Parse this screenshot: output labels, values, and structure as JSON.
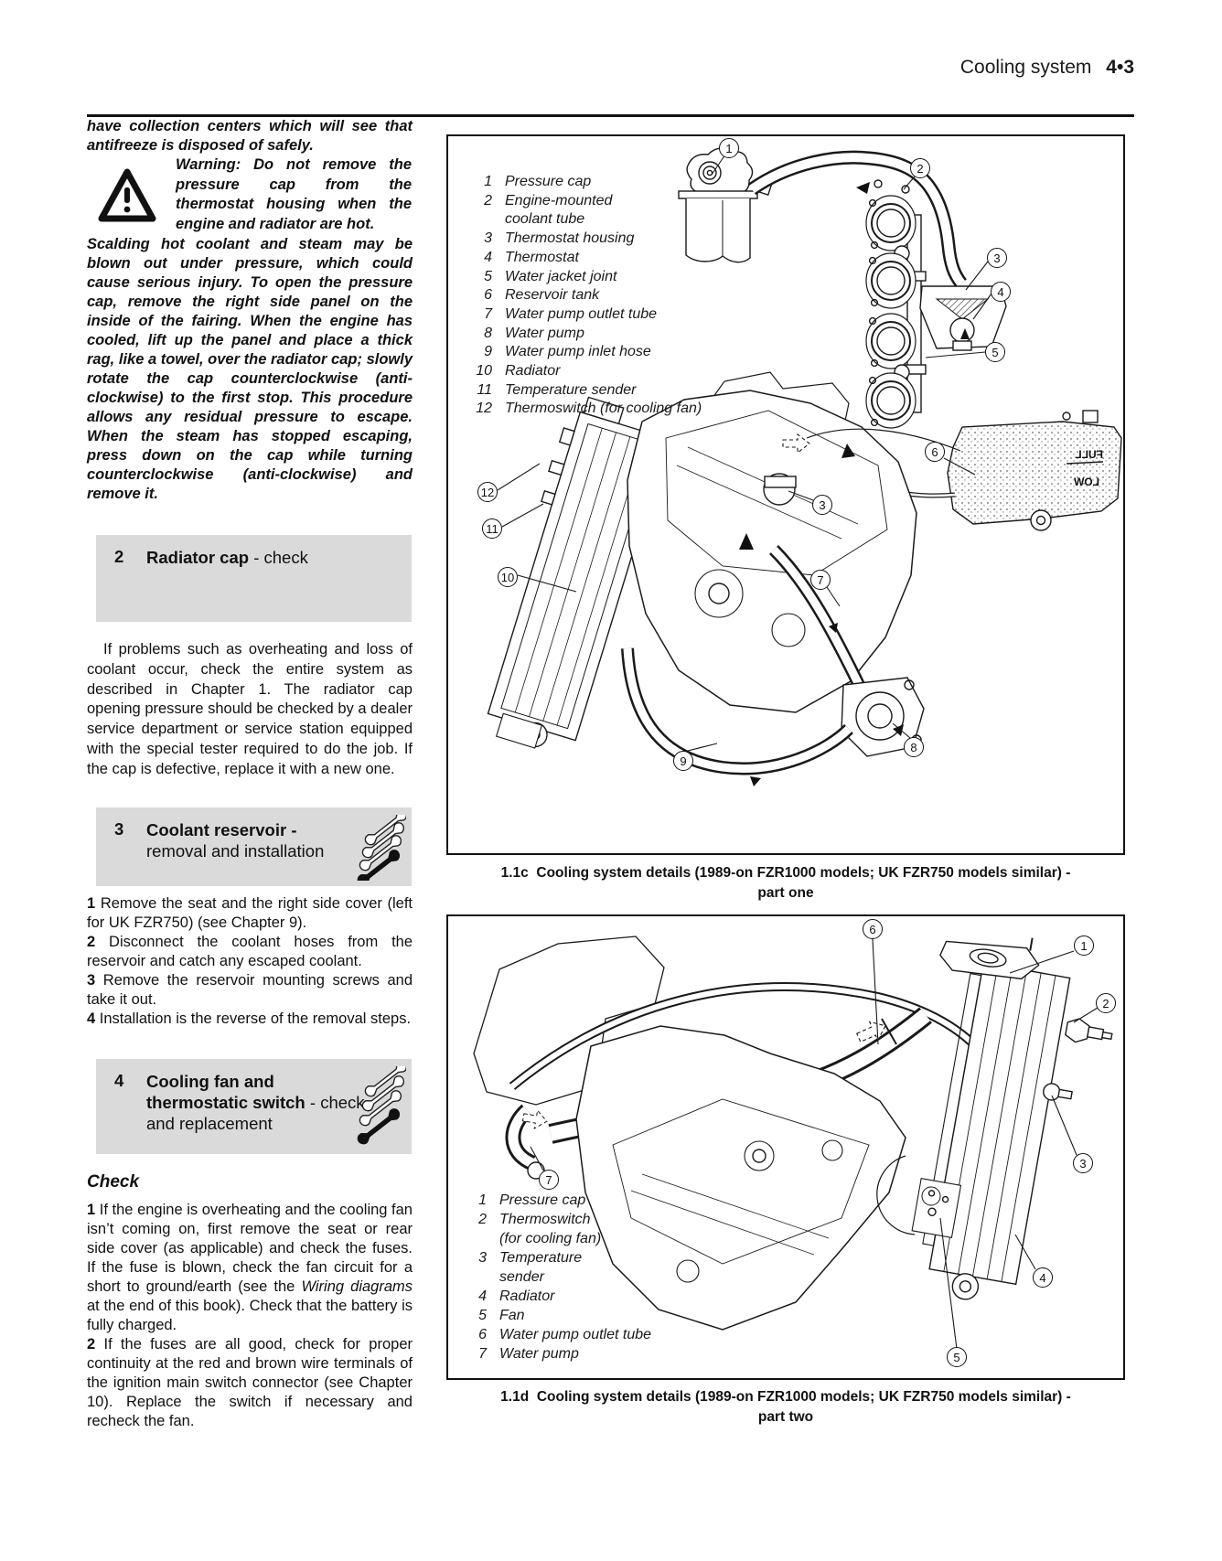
{
  "header": {
    "title": "Cooling system",
    "page_number": "4•3"
  },
  "colors": {
    "section_box": "#dadada",
    "ink": "#111111"
  },
  "left": {
    "intro": "have collection centers which will see that antifreeze is disposed of safely.",
    "warning_lead": "Warning: Do not remove the pressure cap from the thermostat housing when the engine and radiator are hot.",
    "warning_body": "Scalding hot coolant and steam may be blown out under pressure, which could cause serious injury. To open the pressure cap, remove the right side panel on the inside of the fairing. When the engine has cooled, lift up the panel and place a thick rag, like a towel, over the radiator cap; slowly rotate the cap counterclockwise (anti-clockwise) to the first stop. This procedure allows any residual pressure to escape. When the steam has stopped escaping, press down on the cap while turning counterclockwise (anti-clockwise) and remove it."
  },
  "sections": {
    "s2": {
      "number": "2",
      "title": "Radiator cap",
      "suffix": " - check",
      "body": "If problems such as overheating and loss of coolant occur, check the entire system as described in Chapter 1. The radiator cap opening pressure should be checked by a dealer service department or service station equipped with the special tester required to do the job. If the cap is defective, replace it with a new one."
    },
    "s3": {
      "number": "3",
      "title": "Coolant reservoir -",
      "subtitle": "removal and installation",
      "steps": [
        {
          "n": "1",
          "t": "Remove the seat and the right side cover (left for UK FZR750) (see Chapter 9)."
        },
        {
          "n": "2",
          "t": "Disconnect the coolant hoses from the reservoir and catch any escaped coolant."
        },
        {
          "n": "3",
          "t": "Remove the reservoir mounting screws and take it out."
        },
        {
          "n": "4",
          "t": "Installation is the reverse of the removal steps."
        }
      ]
    },
    "s4": {
      "number": "4",
      "title_bold1": "Cooling fan and",
      "title_bold2": "thermostatic switch",
      "suffix": " - check",
      "subtitle": "and replacement",
      "check_heading": "Check",
      "steps": [
        {
          "n": "1",
          "t1": "If the engine is overheating and the cooling fan isn’t coming on, first remove the seat or rear side cover (as applicable) and check the fuses. If the fuse is blown, check the fan circuit for a short to ground/earth (see the ",
          "italic": "Wiring diagrams",
          "t2": " at the end of this book). Check that the battery is fully charged."
        },
        {
          "n": "2",
          "t1": "If the fuses are all good, check for proper continuity at the red and brown wire terminals of the ignition main switch connector (see Chapter 10). Replace the switch if necessary and recheck the fan.",
          "italic": "",
          "t2": ""
        }
      ]
    }
  },
  "figure1": {
    "caption_id": "1.1c",
    "caption": "Cooling system details (1989-on FZR1000 models; UK FZR750 models similar) -",
    "caption_line2": "part one",
    "list": [
      {
        "n": "1",
        "t": "Pressure cap"
      },
      {
        "n": "2",
        "t": "Engine-mounted"
      },
      {
        "n": "",
        "t": "coolant tube"
      },
      {
        "n": "3",
        "t": "Thermostat housing"
      },
      {
        "n": "4",
        "t": "Thermostat"
      },
      {
        "n": "5",
        "t": "Water jacket joint"
      },
      {
        "n": "6",
        "t": "Reservoir tank"
      },
      {
        "n": "7",
        "t": "Water pump outlet tube"
      },
      {
        "n": "8",
        "t": "Water pump"
      },
      {
        "n": "9",
        "t": "Water pump inlet hose"
      },
      {
        "n": "10",
        "t": "Radiator"
      },
      {
        "n": "11",
        "t": "Temperature sender"
      },
      {
        "n": "12",
        "t": "Thermoswitch (for cooling fan)"
      }
    ],
    "callouts": [
      "1",
      "2",
      "3",
      "4",
      "5",
      "6",
      "12",
      "11",
      "10",
      "3",
      "7",
      "9",
      "8"
    ],
    "reservoir": {
      "full": "FULL",
      "low": "LOW"
    }
  },
  "figure2": {
    "caption_id": "1.1d",
    "caption": "Cooling system details (1989-on FZR1000 models; UK FZR750 models similar) -",
    "caption_line2": "part two",
    "list": [
      {
        "n": "1",
        "t": "Pressure cap"
      },
      {
        "n": "2",
        "t": "Thermoswitch"
      },
      {
        "n": "",
        "t": "(for cooling fan)"
      },
      {
        "n": "3",
        "t": "Temperature"
      },
      {
        "n": "",
        "t": "sender"
      },
      {
        "n": "4",
        "t": "Radiator"
      },
      {
        "n": "5",
        "t": "Fan"
      },
      {
        "n": "6",
        "t": "Water pump outlet tube"
      },
      {
        "n": "7",
        "t": "Water pump"
      }
    ],
    "callouts": [
      "6",
      "1",
      "2",
      "3",
      "4",
      "5",
      "7"
    ]
  }
}
